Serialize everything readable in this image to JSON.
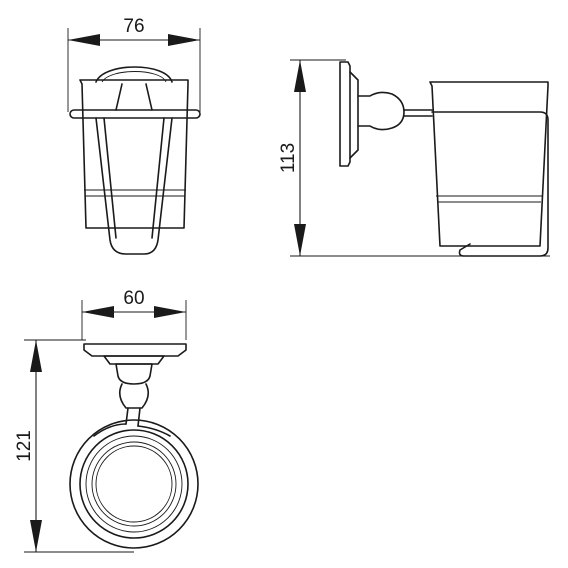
{
  "dimensions": {
    "front_width": "76",
    "side_height": "113",
    "top_width": "60",
    "top_depth": "121"
  },
  "colors": {
    "line": "#1a1a1a",
    "background": "#ffffff"
  }
}
